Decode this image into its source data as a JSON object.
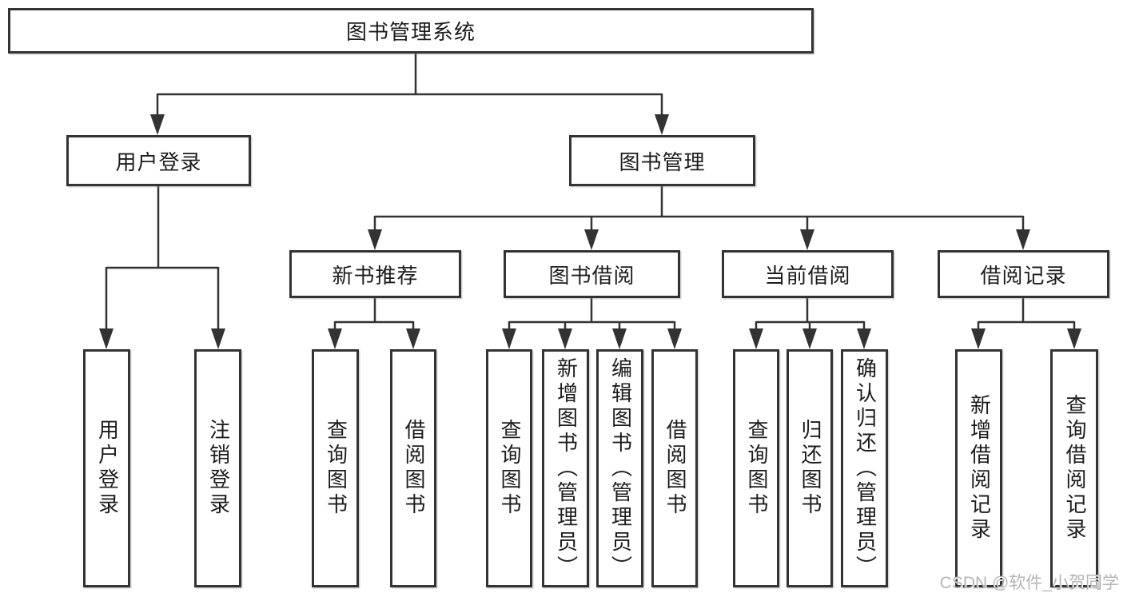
{
  "diagram_type": "hierarchy-chart",
  "watermark": "CSDN @软件_小贺同学",
  "colors": {
    "line": "#333333",
    "box_border": "#333333",
    "text": "#1c1c1c",
    "watermark_text": "#b5b5b5",
    "background": "#ffffff"
  },
  "tree": {
    "label": "图书管理系统",
    "children": [
      {
        "label": "用户登录",
        "children": [
          {
            "label": "用户登录"
          },
          {
            "label": "注销登录"
          }
        ]
      },
      {
        "label": "图书管理",
        "children": [
          {
            "label": "新书推荐",
            "children": [
              {
                "label": "查询图书"
              },
              {
                "label": "借阅图书"
              }
            ]
          },
          {
            "label": "图书借阅",
            "children": [
              {
                "label": "查询图书"
              },
              {
                "label": "新增图书（管理员）"
              },
              {
                "label": "编辑图书（管理员）"
              },
              {
                "label": "借阅图书"
              }
            ]
          },
          {
            "label": "当前借阅",
            "children": [
              {
                "label": "查询图书"
              },
              {
                "label": "归还图书"
              },
              {
                "label": "确认归还（管理员）"
              }
            ]
          },
          {
            "label": "借阅记录",
            "children": [
              {
                "label": "新增借阅记录"
              },
              {
                "label": "查询借阅记录"
              }
            ]
          }
        ]
      }
    ]
  }
}
